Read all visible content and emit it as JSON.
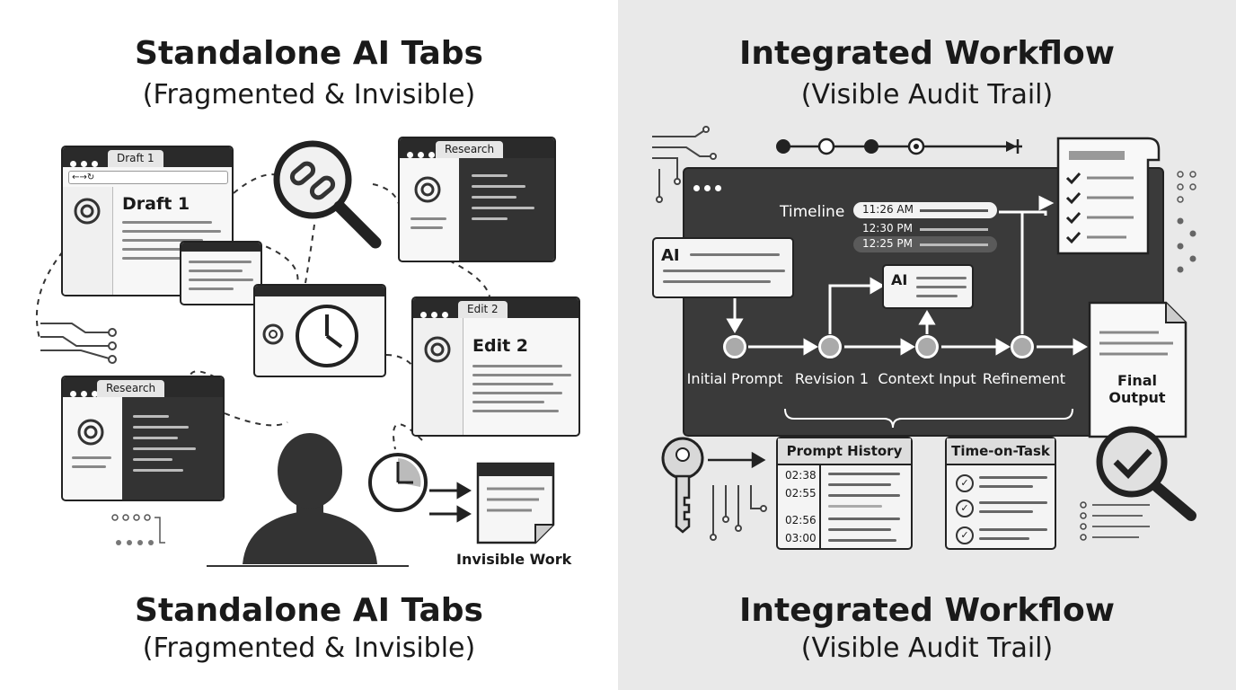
{
  "left": {
    "title_top": "Standalone AI Tabs",
    "subtitle_top": "(Fragmented & Invisible)",
    "title_bottom": "Standalone AI Tabs",
    "subtitle_bottom": "(Fragmented & Invisible)",
    "windows": {
      "draft": {
        "tab": "Draft 1",
        "heading": "Draft 1"
      },
      "research_top": {
        "tab": "Research"
      },
      "edit": {
        "tab": "Edit 2",
        "heading": "Edit 2"
      },
      "research_bottom": {
        "tab": "Research"
      }
    },
    "invisible_label": "Invisible Work"
  },
  "right": {
    "title_top": "Integrated Workflow",
    "subtitle_top": "(Visible Audit Trail)",
    "title_bottom": "Integrated Workflow",
    "subtitle_bottom": "(Visible Audit Trail)",
    "timeline_label": "Timeline",
    "timeline_times": [
      "11:26 AM",
      "12:30 PM",
      "12:25 PM"
    ],
    "ai_label": "AI",
    "ai_label_small": "AI",
    "steps": [
      "Initial Prompt",
      "Revision 1",
      "Context Input",
      "Refinement"
    ],
    "final_output": "Final Output",
    "prompt_history": {
      "title": "Prompt History",
      "times": [
        "02:38",
        "02:55",
        "02:56",
        "03:00"
      ]
    },
    "time_on_task": {
      "title": "Time-on-Task"
    }
  },
  "colors": {
    "dark": "#2a2a2a",
    "light_bg": "#e9e9e9",
    "node": "#aaaaaa"
  },
  "icons": [
    "openai-logo-icon",
    "magnifier-broken-link-icon",
    "clock-icon",
    "person-icon",
    "note-icon",
    "key-icon",
    "checklist-icon",
    "magnifier-check-icon",
    "document-icon"
  ]
}
